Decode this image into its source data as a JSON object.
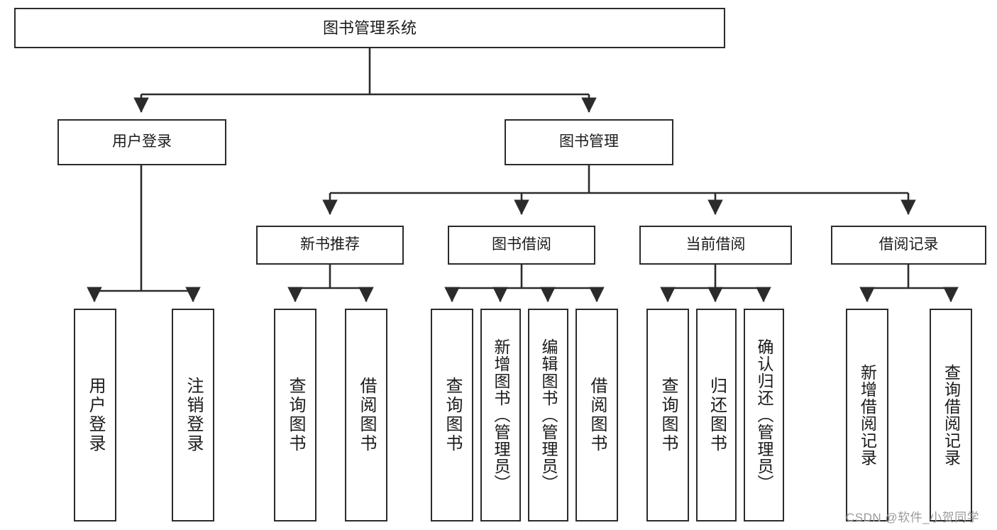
{
  "diagram": {
    "type": "tree-hierarchy",
    "title": "图书管理系统",
    "stroke_color": "#2b2b2b",
    "background_color": "#ffffff",
    "text_color": "#1b1b1b"
  },
  "nodes": {
    "root": {
      "label": "图书管理系统"
    },
    "level2": [
      {
        "label": "用户登录"
      },
      {
        "label": "图书管理"
      }
    ],
    "level3": [
      {
        "label": "新书推荐"
      },
      {
        "label": "图书借阅"
      },
      {
        "label": "当前借阅"
      },
      {
        "label": "借阅记录"
      }
    ],
    "leaves": {
      "user_login": [
        {
          "label": "用户登录"
        },
        {
          "label": "注销登录"
        }
      ],
      "new_book": [
        {
          "label": "查询图书"
        },
        {
          "label": "借阅图书"
        }
      ],
      "book_borrow": [
        {
          "label": "查询图书"
        },
        {
          "label": "新增图书（管理员）"
        },
        {
          "label": "编辑图书（管理员）"
        },
        {
          "label": "借阅图书"
        }
      ],
      "current_borrow": [
        {
          "label": "查询图书"
        },
        {
          "label": "归还图书"
        },
        {
          "label": "确认归还（管理员）"
        }
      ],
      "borrow_record": [
        {
          "label": "新增借阅记录"
        },
        {
          "label": "查询借阅记录"
        }
      ]
    }
  },
  "watermark": {
    "text": "CSDN @软件_小贺同学"
  }
}
